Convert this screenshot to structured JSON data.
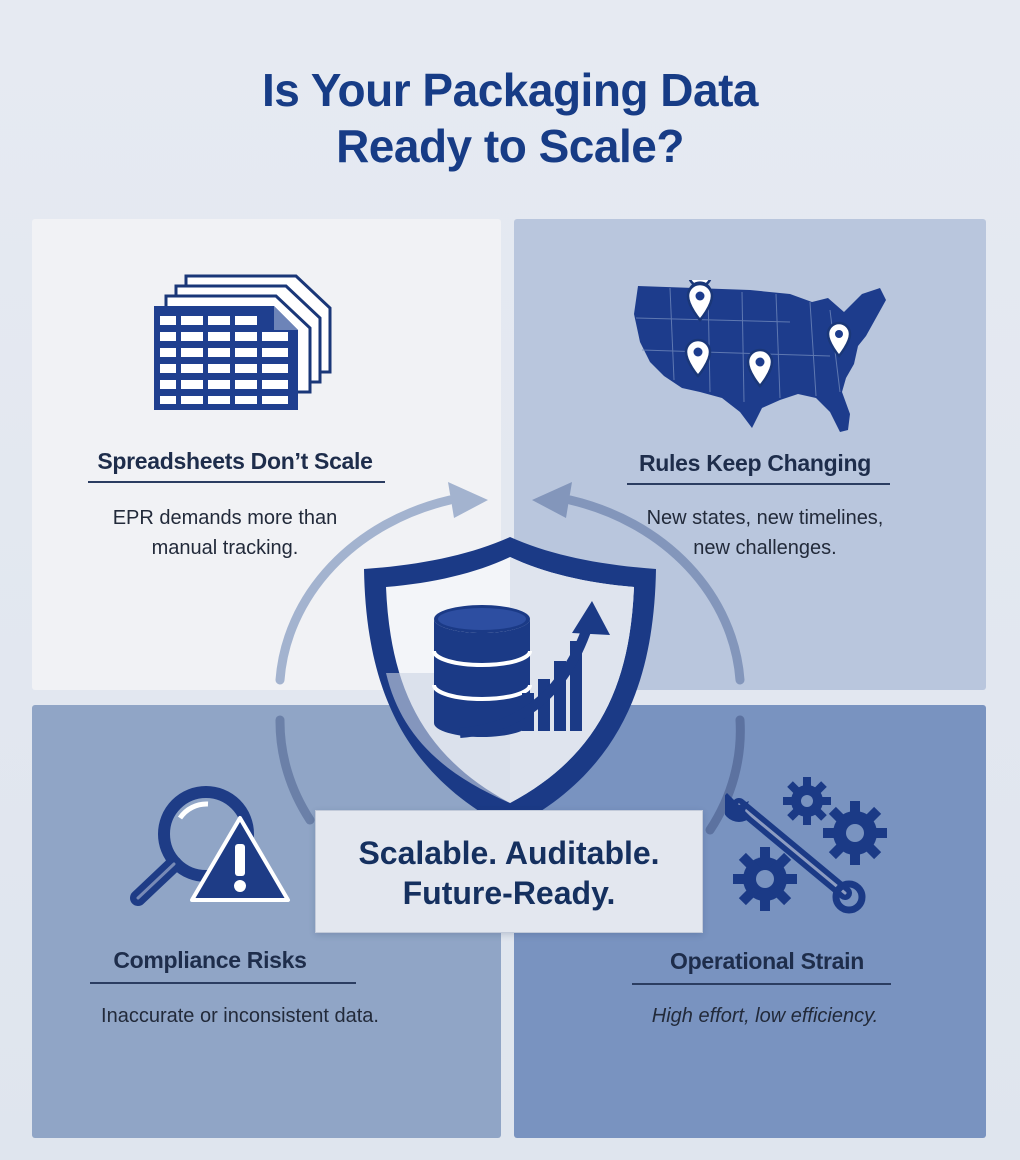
{
  "title": {
    "line1": "Is Your Packaging Data",
    "line2": "Ready to Scale?"
  },
  "quadrants": {
    "top_left": {
      "heading": "Spreadsheets Don’t Scale",
      "desc_line1": "EPR demands more than",
      "desc_line2": "manual tracking.",
      "icon": "spreadsheet-stack-icon"
    },
    "top_right": {
      "heading": "Rules Keep Changing",
      "desc_line1": "New states, new timelines,",
      "desc_line2": "new challenges.",
      "icon": "us-map-pins-icon"
    },
    "bottom_left": {
      "heading": "Compliance Risks",
      "desc": "Inaccurate or inconsistent data.",
      "icon": "magnifier-warning-icon"
    },
    "bottom_right": {
      "heading": "Operational Strain",
      "desc": "High effort, low efficiency.",
      "icon": "gears-wrench-icon"
    }
  },
  "center": {
    "icon": "shield-database-growth-icon",
    "badge_line1": "Scalable. Auditable.",
    "badge_line2": "Future-Ready."
  },
  "colors": {
    "primary": "#173c86",
    "dark_navy": "#1a2f6b",
    "background": "#e6eaf2"
  }
}
